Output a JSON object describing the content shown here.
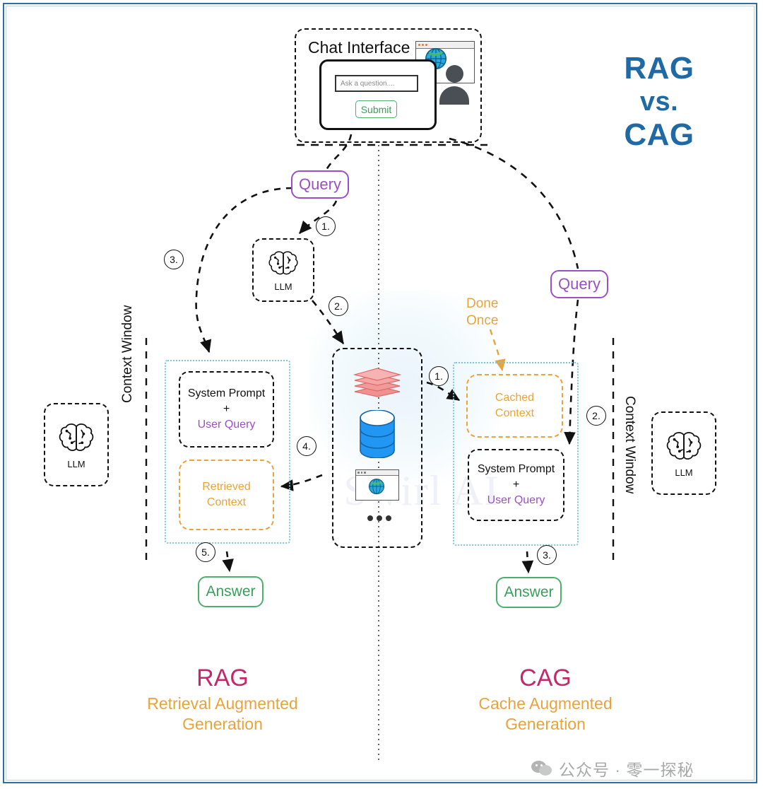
{
  "title": {
    "line1": "RAG",
    "line2": "vs.",
    "line3": "CAG"
  },
  "chat": {
    "heading": "Chat Interface",
    "input_placeholder": "Ask a question....",
    "submit_label": "Submit"
  },
  "query_pill_left": "Query",
  "query_pill_right": "Query",
  "llm_router_label": "LLM",
  "llm_left_label": "LLM",
  "llm_right_label": "LLM",
  "context_window_label_left": "Context Window",
  "context_window_label_right": "Context Window",
  "rag": {
    "system_prompt_title": "System Prompt",
    "plus": "+",
    "user_query": "User Query",
    "retrieved_context_line1": "Retrieved",
    "retrieved_context_line2": "Context",
    "answer_label": "Answer",
    "steps": [
      "1.",
      "2.",
      "3.",
      "4.",
      "5."
    ]
  },
  "cag": {
    "done_once_line1": "Done",
    "done_once_line2": "Once",
    "cached_context_line1": "Cached",
    "cached_context_line2": "Context",
    "system_prompt_title": "System Prompt",
    "plus": "+",
    "user_query": "User Query",
    "answer_label": "Answer",
    "steps": [
      "1.",
      "2.",
      "3."
    ]
  },
  "knowledge_sources": {
    "ellipsis": "•••"
  },
  "captions": {
    "rag_acronym": "RAG",
    "rag_full_line1": "Retrieval Augmented",
    "rag_full_line2": "Generation",
    "cag_acronym": "CAG",
    "cag_full_line1": "Cache Augmented",
    "cag_full_line2": "Generation"
  },
  "watermark": "Swirl AI",
  "footer": {
    "text": "公众号 · 零一探秘"
  },
  "colors": {
    "title_blue": "#1f6aa5",
    "purple": "#9b4fc4",
    "amber": "#e8a33d",
    "green": "#3a9e5c",
    "crimson": "#c2286a",
    "teal_dotted": "#7fc6d8",
    "frame_blue": "#2f6f9f"
  }
}
